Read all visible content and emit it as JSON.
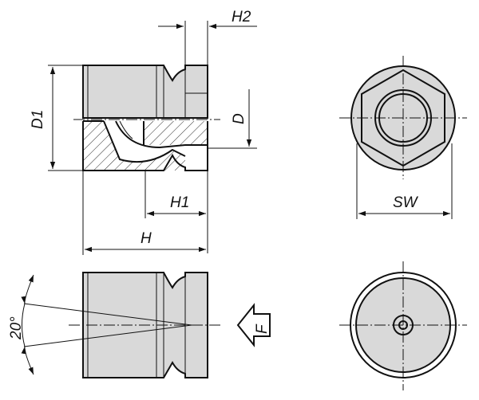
{
  "dimensions": {
    "d1": "D1",
    "d": "D",
    "h": "H",
    "h1": "H1",
    "h2": "H2",
    "sw": "SW",
    "f": "F",
    "angle": "20°"
  },
  "colors": {
    "line": "#111111",
    "body_fill": "#d9d9d9",
    "background": "#ffffff"
  },
  "views": [
    "side-section-view",
    "front-hex-view",
    "side-exterior-view",
    "front-round-view"
  ]
}
